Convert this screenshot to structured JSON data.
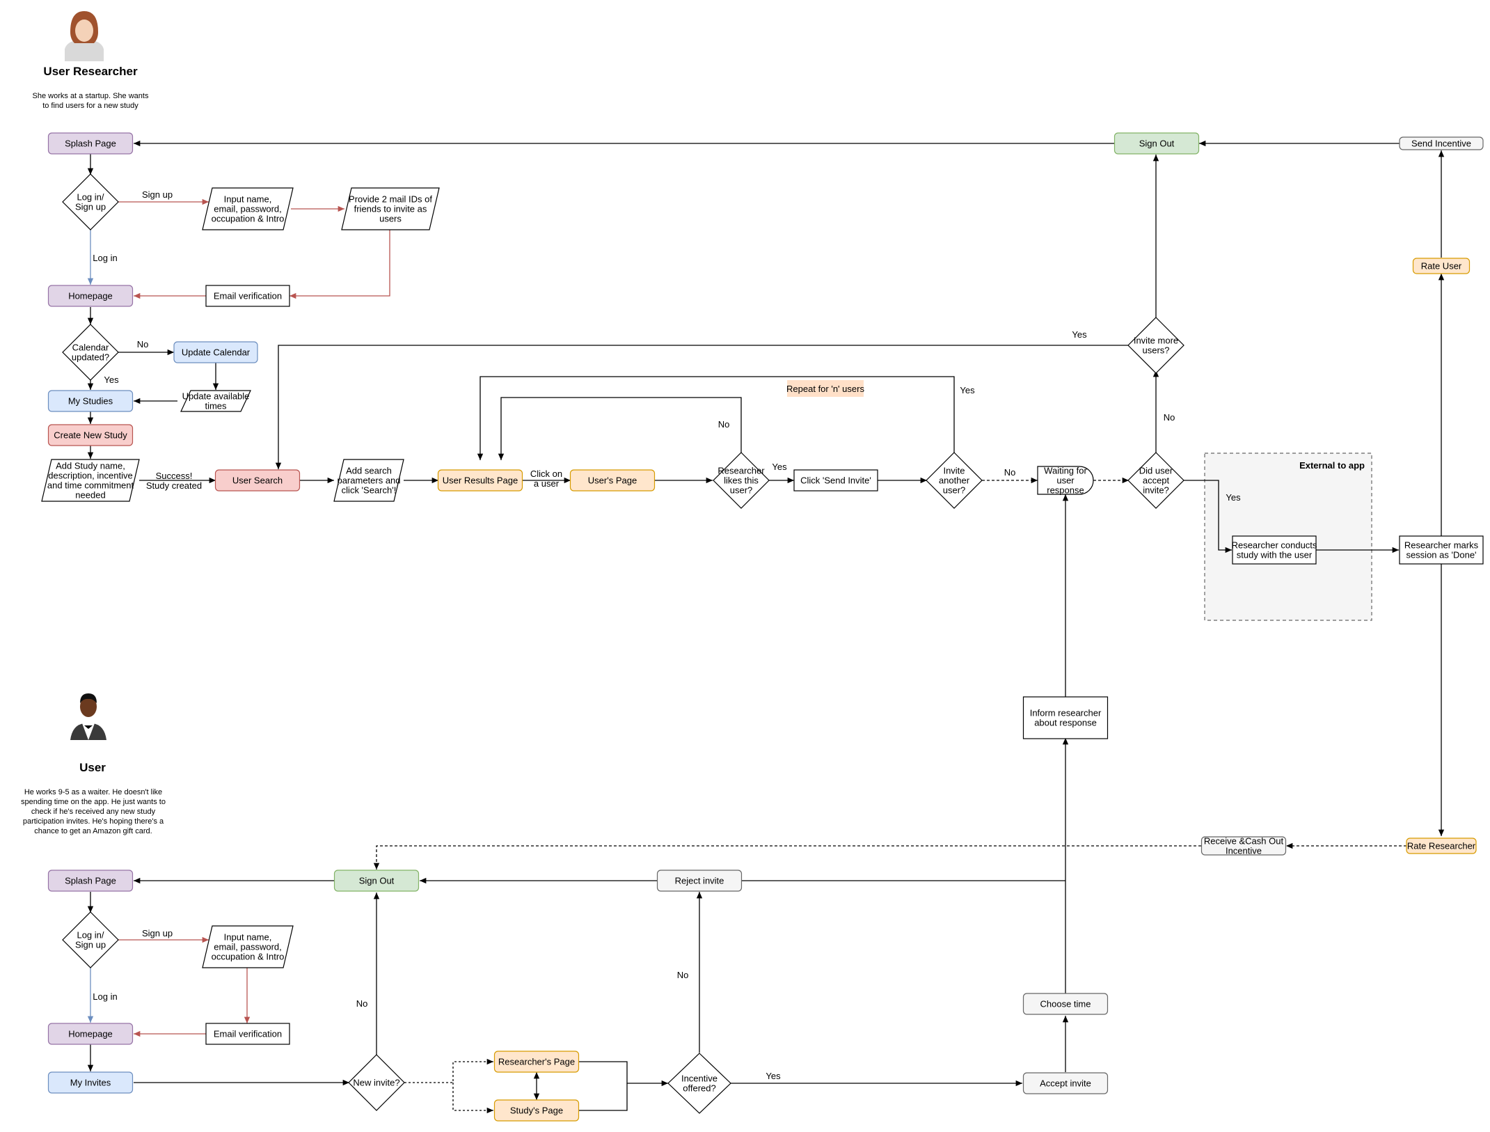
{
  "colors": {
    "purple": "#e1d5e7",
    "purple_stroke": "#9673a6",
    "blue": "#dae8fc",
    "blue_stroke": "#6c8ebf",
    "red": "#f8cecc",
    "red_stroke": "#b85450",
    "orange": "#ffe6cc",
    "orange_stroke": "#d79b00",
    "green": "#d5e8d4",
    "green_stroke": "#82b366",
    "grey": "#f5f5f5",
    "grey_stroke": "#666666",
    "note": "#ffe0c8",
    "signup_line": "#b85450",
    "login_line": "#6c8ebf"
  },
  "researcher": {
    "title": "User Researcher",
    "description": [
      "She works at a startup. She wants",
      "to find users for a new study"
    ]
  },
  "user": {
    "title": "User",
    "description": [
      "He works 9-5 as a waiter. He doesn't like",
      "spending time on the app. He just wants to",
      "check if he's received any new study",
      "participation invites. He's hoping there's a",
      "chance to get an Amazon gift card."
    ]
  },
  "external_label": "External to app",
  "repeat_note": "Repeat for 'n' users",
  "nodes": {
    "r_splash": [
      "Splash Page"
    ],
    "r_login": [
      "Log in/",
      "Sign up"
    ],
    "r_input": [
      "Input name,",
      "email,  password,",
      "occupation & Intro"
    ],
    "r_provide": [
      "Provide 2 mail IDs of",
      "friends to invite as",
      "users"
    ],
    "r_home": [
      "Homepage"
    ],
    "r_email": [
      "Email verification"
    ],
    "r_cal": [
      "Calendar",
      "updated?"
    ],
    "r_update_cal": [
      "Update Calendar"
    ],
    "r_update_times": [
      "Update available",
      "times"
    ],
    "r_mystudies": [
      "My Studies"
    ],
    "r_create": [
      "Create New Study"
    ],
    "r_addstudy": [
      "Add Study name,",
      "description, incentive",
      "and time commitment",
      "needed"
    ],
    "r_search": [
      "User Search"
    ],
    "r_params": [
      "Add search",
      "parameters and",
      "click 'Search'!"
    ],
    "r_results": [
      "User Results Page"
    ],
    "r_userspage": [
      "User's Page"
    ],
    "r_likes": [
      "Researcher",
      "likes this",
      "user?"
    ],
    "r_sendinvite": [
      "Click 'Send Invite'"
    ],
    "r_another": [
      "Invite",
      "another",
      "user?"
    ],
    "r_waiting": [
      "Waiting for",
      "user",
      "response"
    ],
    "r_accept": [
      "Did user",
      "accept",
      "invite?"
    ],
    "r_more": [
      "Invite more",
      "users?"
    ],
    "r_signout": [
      "Sign Out"
    ],
    "r_conducts": [
      "Researcher conducts",
      "study with the user"
    ],
    "r_marks": [
      "Researcher marks",
      "session as 'Done'"
    ],
    "r_rate": [
      "Rate User"
    ],
    "r_incentive": [
      "Send Incentive"
    ],
    "u_splash": [
      "Splash Page"
    ],
    "u_login": [
      "Log in/",
      "Sign up"
    ],
    "u_input": [
      "Input name,",
      "email,  password,",
      "occupation & Intro"
    ],
    "u_home": [
      "Homepage"
    ],
    "u_email": [
      "Email verification"
    ],
    "u_invites": [
      "My Invites"
    ],
    "u_new": [
      "New invite?"
    ],
    "u_signout": [
      "Sign Out"
    ],
    "u_rpage": [
      "Researcher's Page"
    ],
    "u_spage": [
      "Study's Page"
    ],
    "u_incentive": [
      "Incentive",
      "offered?"
    ],
    "u_reject": [
      "Reject invite"
    ],
    "u_accept": [
      "Accept invite"
    ],
    "u_choose": [
      "Choose time"
    ],
    "u_inform": [
      "Inform researcher",
      "about response"
    ],
    "u_cashout": [
      "Receive &Cash Out",
      "Incentive"
    ],
    "u_rate": [
      "Rate Researcher"
    ]
  },
  "edge_labels": {
    "r_signup": "Sign up",
    "r_login": "Log in",
    "r_cal_no": "No",
    "r_cal_yes": "Yes",
    "r_success_1": "Success!",
    "r_success_2": "Study created",
    "r_click_1": "Click on",
    "r_click_2": "a user",
    "r_likes_no": "No",
    "r_likes_yes": "Yes",
    "r_another_yes": "Yes",
    "r_another_no": "No",
    "r_accept_no": "No",
    "r_accept_yes": "Yes",
    "r_more_yes": "Yes",
    "u_signup": "Sign up",
    "u_login": "Log in",
    "u_new_no": "No",
    "u_inc_no": "No",
    "u_inc_yes": "Yes"
  }
}
